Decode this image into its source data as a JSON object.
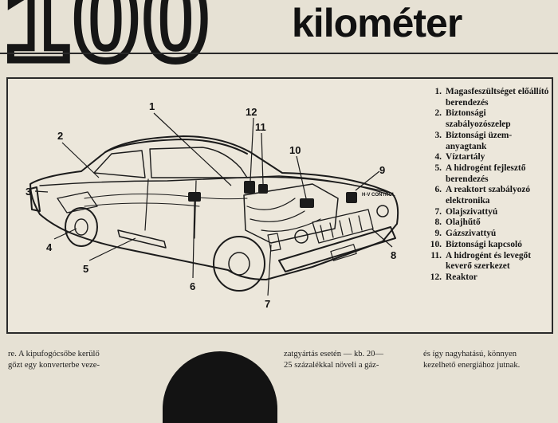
{
  "header": {
    "big_number": "100",
    "headline": "kilométer"
  },
  "figure": {
    "panel_label": "H·V CONTROL",
    "callouts": [
      "1",
      "2",
      "3",
      "4",
      "5",
      "6",
      "7",
      "8",
      "9",
      "10",
      "11",
      "12"
    ]
  },
  "legend": [
    {
      "num": "1.",
      "text": "Magasfeszültséget előállító berendezés"
    },
    {
      "num": "2.",
      "text": "Biztonsági szabályozószelep"
    },
    {
      "num": "3.",
      "text": "Biztonsági üzem-anyagtank"
    },
    {
      "num": "4.",
      "text": "Víztartály"
    },
    {
      "num": "5.",
      "text": "A hidrogént fejlesztő berendezés"
    },
    {
      "num": "6.",
      "text": "A reaktort szabályozó elektronika"
    },
    {
      "num": "7.",
      "text": "Olajszivattyú"
    },
    {
      "num": "8.",
      "text": "Olajhűtő"
    },
    {
      "num": "9.",
      "text": "Gázszivattyú"
    },
    {
      "num": "10.",
      "text": "Biztonsági kapcsoló"
    },
    {
      "num": "11.",
      "text": "A hidrogént és levegőt keverő szerkezet"
    },
    {
      "num": "12.",
      "text": "Reaktor"
    }
  ],
  "columns": {
    "a": [
      "re. A kipufogócsőbe kerülő",
      "gőzt egy konverterbe veze-"
    ],
    "b": [
      "zatgyártás esetén — kb. 20—",
      "25 százalékkal növeli a gáz-"
    ],
    "c": [
      "és így nagyhatású, könnyen",
      "kezelhető energiához jutnak."
    ]
  }
}
